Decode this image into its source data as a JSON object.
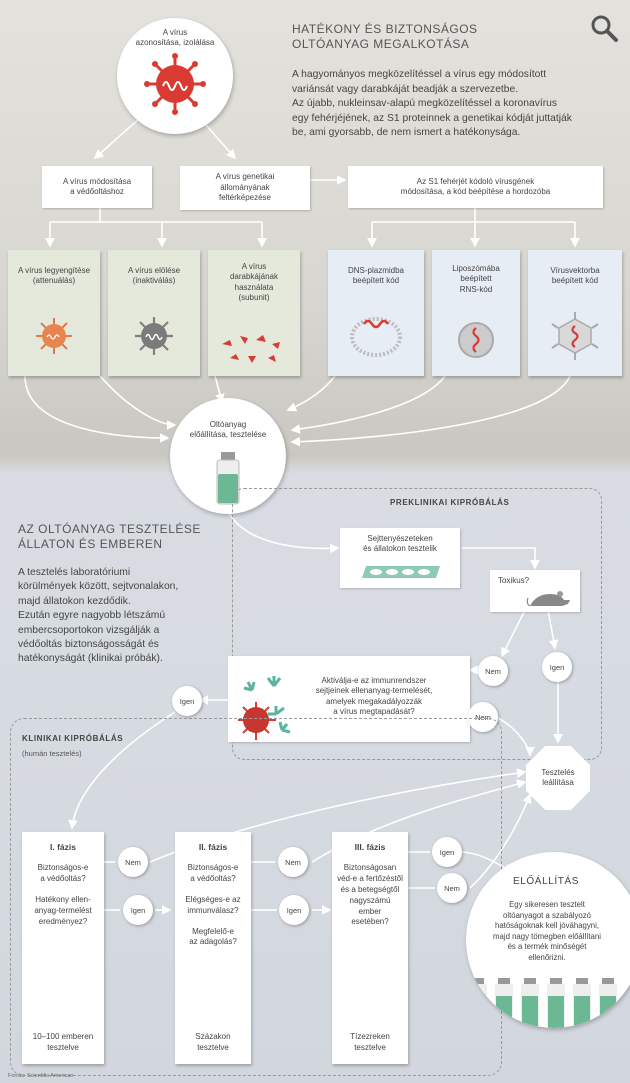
{
  "main": {
    "title1": "HATÉKONY ÉS BIZTONSÁGOS",
    "title2": "OLTÓANYAG MEGALKOTÁSA",
    "para_lines": [
      "A hagyományos megközelítéssel a vírus egy módosított",
      "variánsát vagy darabkáját beadják a szervezetbe.",
      "Az újabb, nukleinsav-alapú megközelítéssel a koronavírus",
      "egy fehérjéjének, az S1 proteinnek a genetikai kódját juttatják",
      "be, ami gyorsabb, de nem ismert a hatékonysága."
    ]
  },
  "virus_id": {
    "l1": "A vírus",
    "l2": "azonosítása, izolálása"
  },
  "level2": {
    "modify": [
      "A vírus módosítása",
      "a védőoltáshoz"
    ],
    "genome": [
      "A vírus genetikai",
      "állományának",
      "feltérképezése"
    ],
    "s1": [
      "Az S1 fehérjét kódoló vírusgének",
      "módosítása, a kód beépítése a hordozóba"
    ]
  },
  "level3": [
    {
      "lines": [
        "A vírus legyengítése",
        "(attenuálás)"
      ]
    },
    {
      "lines": [
        "A vírus elölése",
        "(inaktiválás)"
      ]
    },
    {
      "lines": [
        "A vírus",
        "darabkájának",
        "használata",
        "(subunit)"
      ]
    },
    {
      "lines": [
        "DNS-plazmidba",
        "beépített kód"
      ]
    },
    {
      "lines": [
        "Liposzómába",
        "beépített",
        "RNS-kód"
      ]
    },
    {
      "lines": [
        "Vírusvektorba",
        "beépített kód"
      ]
    }
  ],
  "production_test": {
    "l1": "Oltóanyag",
    "l2": "előállítása, tesztelése"
  },
  "testing": {
    "title1": "AZ OLTÓANYAG TESZTELÉSE",
    "title2": "ÁLLATON ÉS EMBEREN",
    "para_lines": [
      "A tesztelés laboratóriumi",
      "körülmények között, sejtvonalakon,",
      "majd állatokon kezdődik.",
      "Ezután egyre nagyobb létszámú",
      "embercsoportokon vizsgálják a",
      "védőoltás biztonságosságát és",
      "hatékonyságát (klinikai próbák)."
    ]
  },
  "preclinical": {
    "label": "PREKLINIKAI KIPRÓBÁLÁS",
    "cell": [
      "Sejttenyészeteken",
      "és állatokon tesztelik"
    ],
    "toxic": "Toxikus?",
    "immune": [
      "Aktiválja-e az immunrendszer",
      "sejtjeinek ellenanyag-termelését,",
      "amelyek megakadályozzák",
      "a vírus megtapadását?"
    ]
  },
  "answers": {
    "yes": "Igen",
    "no": "Nem"
  },
  "stop": [
    "Tesztelés",
    "leállítása"
  ],
  "clinical": {
    "label": "KLINIKAI KIPRÓBÁLÁS",
    "sub": "(humán tesztelés)",
    "phases": [
      {
        "title": "I. fázis",
        "q1": [
          "Biztonságos-e",
          "a védőoltás?"
        ],
        "q2": [
          "Hatékony ellen-",
          "anyag-termelést",
          "eredményez?"
        ],
        "count": [
          "10–100 emberen",
          "tesztelve"
        ]
      },
      {
        "title": "II. fázis",
        "q1": [
          "Biztonságos-e",
          "a védőoltás?"
        ],
        "q2": [
          "Elégséges-e az",
          "immunválasz?"
        ],
        "q3": [
          "Megfelelő-e",
          "az adagolás?"
        ],
        "count": [
          "Százakon",
          "tesztelve"
        ]
      },
      {
        "title": "III. fázis",
        "q1": [
          "Biztonságosan",
          "véd-e a fertőzéstől",
          "és a betegségtől",
          "nagyszámú",
          "ember",
          "esetében?"
        ],
        "count": [
          "Tízezreken",
          "tesztelve"
        ]
      }
    ]
  },
  "production": {
    "title": "ELŐÁLLÍTÁS",
    "lines": [
      "Egy sikeresen tesztelt",
      "oltóanyagot a szabályozó",
      "hatóságoknak kell jóváhagyni,",
      "majd nagy tömegben előállítani",
      "és a termék minőségét",
      "ellenőrizni."
    ]
  },
  "source": "Forrás: Scientific American",
  "colors": {
    "virus": "#d93a32",
    "liquid": "#6db894",
    "mint": "#6fbfa8",
    "virus_gray": "#808080"
  }
}
